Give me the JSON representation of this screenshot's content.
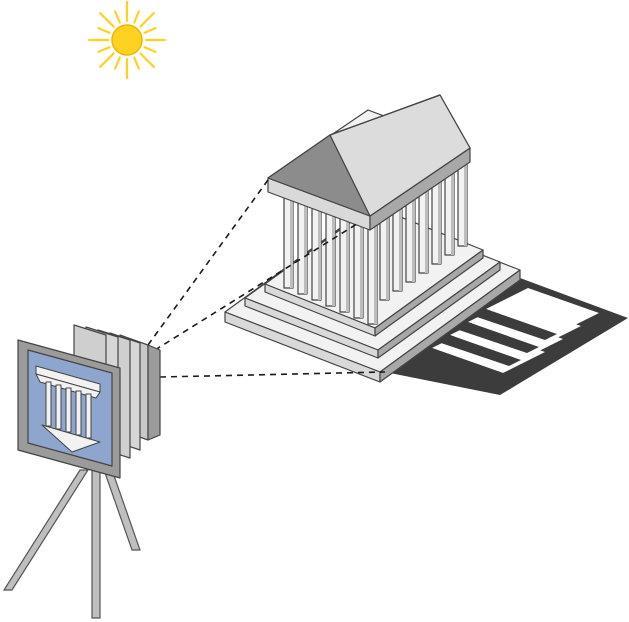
{
  "diagram": {
    "subject": "pinhole-camera-photographing-temple",
    "colors": {
      "sun": "#ffd21f",
      "sun_rays": "#ffd21f",
      "stroke": "#444444",
      "marble_light": "#f2f2f2",
      "marble_mid": "#d9d9d9",
      "marble_dark": "#a8a8a8",
      "roof_shadow": "#8c8c8c",
      "shadow": "#3c3c3c",
      "screen": "#8ea6cd",
      "camera_body": "#c8c8c8",
      "camera_frame": "#9b9b9b",
      "tripod": "#bfbfbf",
      "projection_line": "#1a1a1a"
    },
    "elements": [
      {
        "name": "sun-icon",
        "label": ""
      },
      {
        "name": "temple-icon",
        "label": ""
      },
      {
        "name": "temple-shadow",
        "label": ""
      },
      {
        "name": "camera-icon",
        "label": ""
      },
      {
        "name": "camera-screen-inverted-image",
        "label": ""
      },
      {
        "name": "tripod-icon",
        "label": ""
      },
      {
        "name": "projection-lines",
        "label": ""
      }
    ]
  }
}
